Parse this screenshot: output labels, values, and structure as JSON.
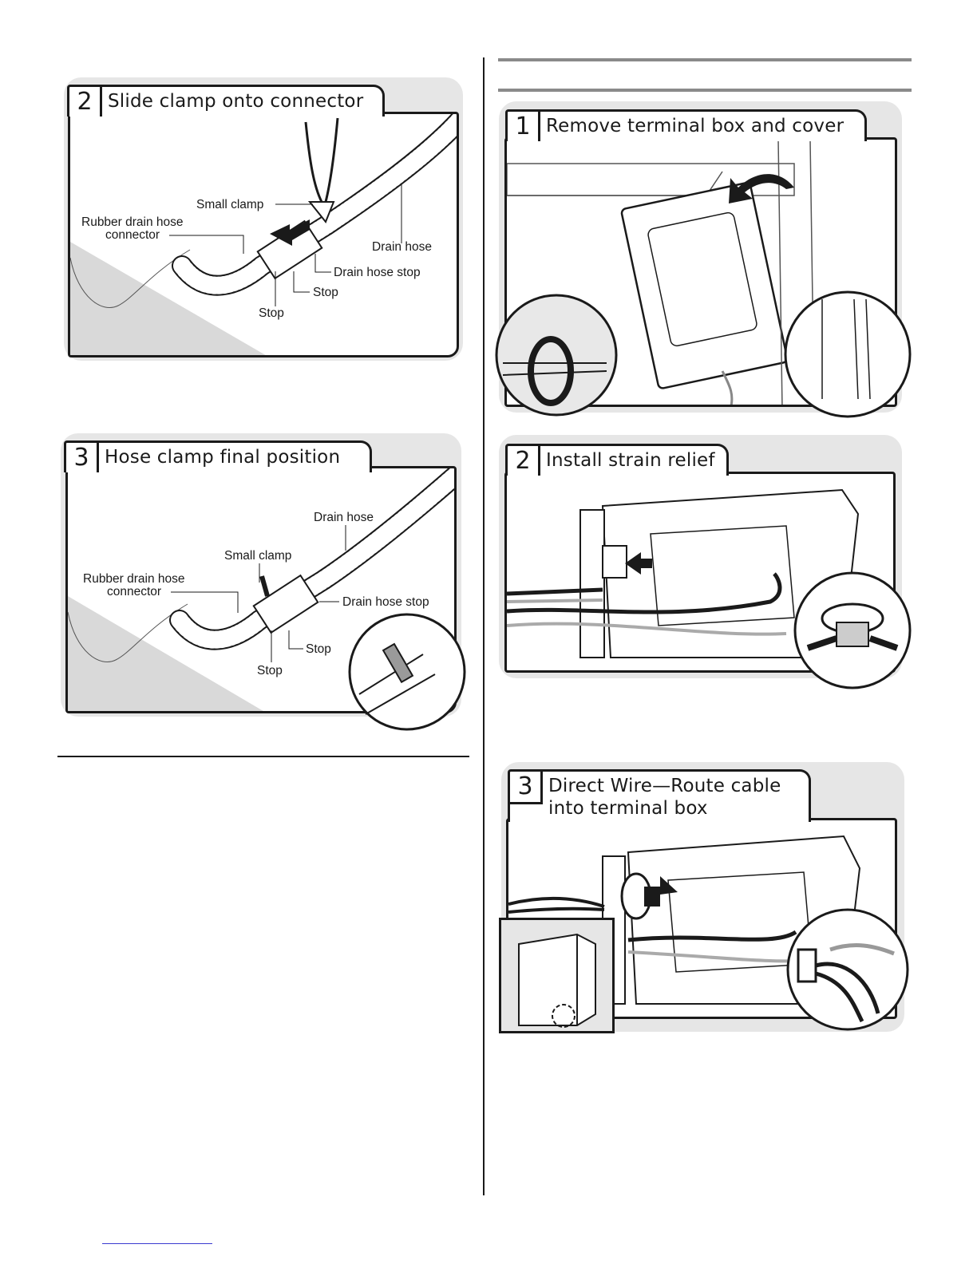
{
  "left_column": {
    "step2": {
      "number": "2",
      "title": "Slide clamp onto connector",
      "labels": {
        "small_clamp": "Small clamp",
        "rubber_connector_line1": "Rubber drain hose",
        "rubber_connector_line2": "connector",
        "drain_hose": "Drain hose",
        "drain_hose_stop": "Drain hose stop",
        "stop_right": "Stop",
        "stop_left": "Stop"
      }
    },
    "step3": {
      "number": "3",
      "title": "Hose clamp final position",
      "labels": {
        "drain_hose": "Drain hose",
        "small_clamp": "Small clamp",
        "rubber_connector_line1": "Rubber drain hose",
        "rubber_connector_line2": "connector",
        "drain_hose_stop": "Drain hose stop",
        "stop_right": "Stop",
        "stop_left": "Stop"
      }
    }
  },
  "right_column": {
    "step1": {
      "number": "1",
      "title": "Remove terminal box and cover"
    },
    "step2": {
      "number": "2",
      "title": "Install strain relief"
    },
    "step3": {
      "number": "3",
      "title_line1": "Direct Wire—Route cable",
      "title_line2": "into terminal box"
    }
  },
  "colors": {
    "ink": "#1a1a1a",
    "panel_shadow": "#e6e6e6",
    "link_underline": "#3a3ad0"
  },
  "icons": [
    "arrow-left-icon",
    "rotate-arrow-icon",
    "pliers-icon",
    "strain-relief-icon",
    "dishwasher-icon"
  ]
}
